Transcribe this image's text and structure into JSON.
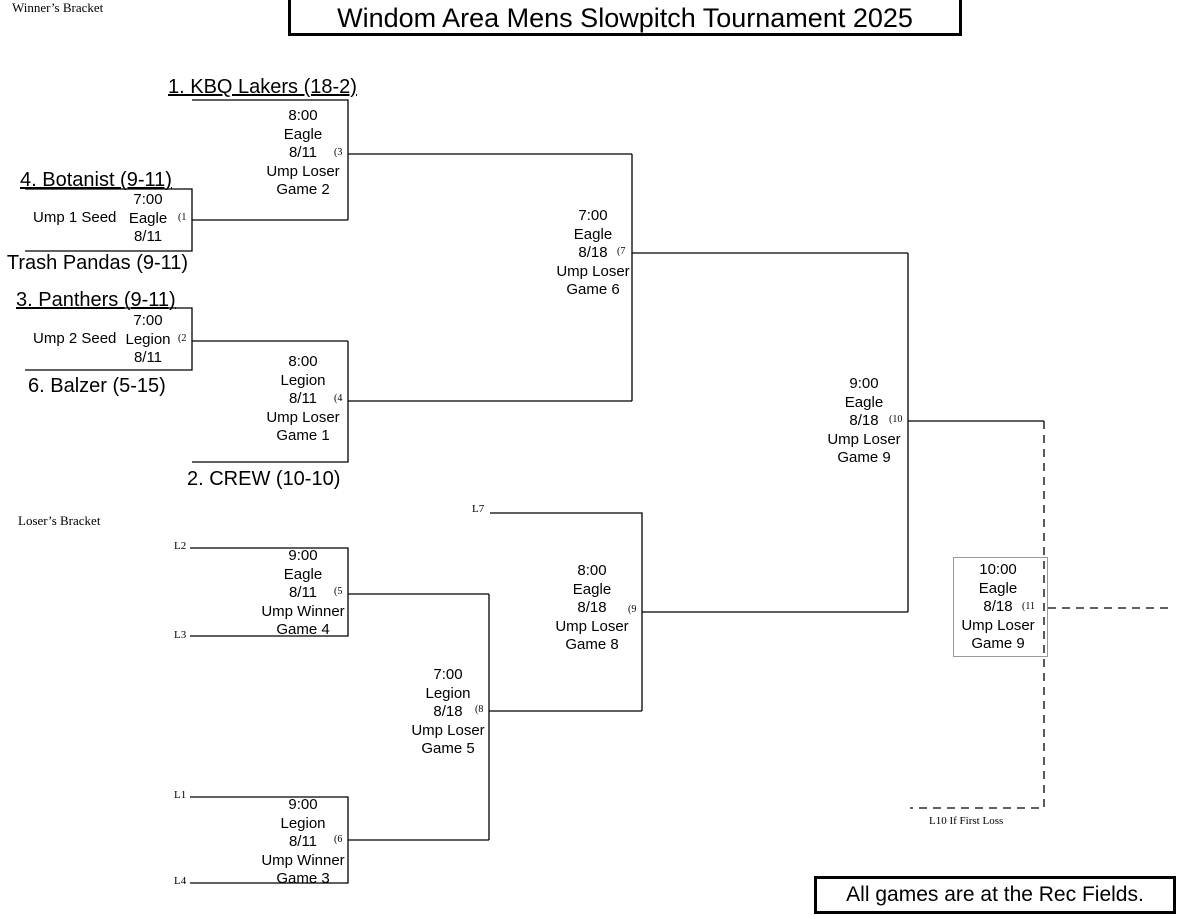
{
  "header": {
    "section_winners": "Winner’s Bracket",
    "title": "Windom Area Mens Slowpitch Tournament 2025"
  },
  "teams": {
    "t1": "1. KBQ Lakers (18-2)",
    "t4": "4. Botanist (9-11)",
    "t5": "5. Trash Pandas (9-11)",
    "t3": "3. Panthers (9-11)",
    "t6": "6. Balzer (5-15)",
    "t2": "2. CREW (10-10)"
  },
  "games": {
    "g1": {
      "time": "7:00",
      "field": "Eagle",
      "date": "8/11",
      "num": "(1",
      "ump": "Ump 1 Seed"
    },
    "g2": {
      "time": "7:00",
      "field": "Legion",
      "date": "8/11",
      "num": "(2",
      "ump": "Ump 2 Seed"
    },
    "g3": {
      "time": "8:00",
      "field": "Eagle",
      "date": "8/11",
      "num": "(3",
      "ump": "Ump Loser",
      "ref": "Game 2"
    },
    "g4": {
      "time": "8:00",
      "field": "Legion",
      "date": "8/11",
      "num": "(4",
      "ump": "Ump Loser",
      "ref": "Game 1"
    },
    "g5": {
      "time": "9:00",
      "field": "Eagle",
      "date": "8/11",
      "num": "(5",
      "ump": "Ump Winner",
      "ref": "Game 4"
    },
    "g6": {
      "time": "9:00",
      "field": "Legion",
      "date": "8/11",
      "num": "(6",
      "ump": "Ump Winner",
      "ref": "Game 3"
    },
    "g7": {
      "time": "7:00",
      "field": "Eagle",
      "date": "8/18",
      "num": "(7",
      "ump": "Ump Loser",
      "ref": "Game 6"
    },
    "g8": {
      "time": "7:00",
      "field": "Legion",
      "date": "8/18",
      "num": "(8",
      "ump": "Ump Loser",
      "ref": "Game 5"
    },
    "g9": {
      "time": "8:00",
      "field": "Eagle",
      "date": "8/18",
      "num": "(9",
      "ump": "Ump Loser",
      "ref": "Game 8"
    },
    "g10": {
      "time": "9:00",
      "field": "Eagle",
      "date": "8/18",
      "num": "(10",
      "ump": "Ump Loser",
      "ref": "Game 9"
    },
    "g11": {
      "time": "10:00",
      "field": "Eagle",
      "date": "8/18",
      "num": "(11",
      "ump": "Ump Loser",
      "ref": "Game 9"
    }
  },
  "losers": {
    "section_label": "Loser’s Bracket",
    "l2": "L2",
    "l3": "L3",
    "l1": "L1",
    "l4": "L4",
    "l7": "L7",
    "l10": "L10 If First Loss"
  },
  "footer": {
    "note": "All games are at the Rec Fields."
  }
}
